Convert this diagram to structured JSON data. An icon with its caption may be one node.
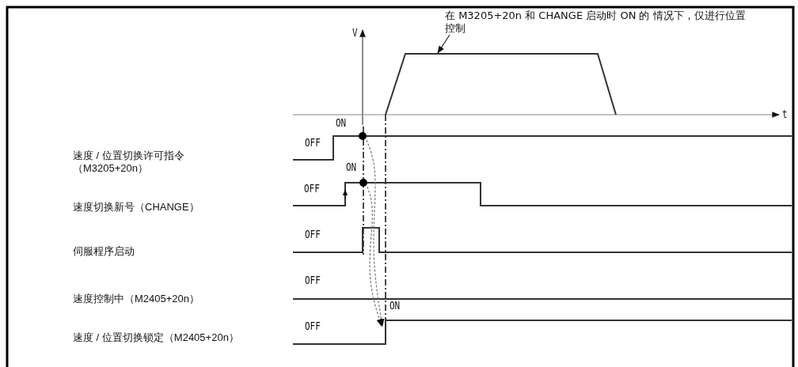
{
  "diagram": {
    "nodes": [
      {
        "text": [
          "在 M3205+20n 和 CHANGE 启动时 ON 的 情况下，仅进行位置控制"
        ]
      },
      {
        "text": [],
        "shape": "trapezoid"
      },
      {
        "text": [],
        "shape": "circle"
      },
      {
        "text": [],
        "shape": "circle"
      }
    ],
    "edges": [
      {
        "from": 0,
        "to": 1,
        "arrow": "to"
      },
      {
        "from": 2,
        "to": null,
        "arrow": "to",
        "style": "dashed"
      },
      {
        "from": 3,
        "to": null,
        "arrow": "to",
        "style": "dashed"
      }
    ],
    "labels": [
      "V",
      "t",
      "ON",
      "速度 / 位置切换许可指令（M3205+20n）",
      "OFF",
      "ON",
      "速度切换新号（CHANGE）",
      "OFF",
      "伺服程序启动",
      "OFF",
      "OFF",
      "速度控制中（M2405+20n）",
      "ON",
      "速度 / 位置切换锁定（M2405+20n）",
      "OFF"
    ]
  }
}
